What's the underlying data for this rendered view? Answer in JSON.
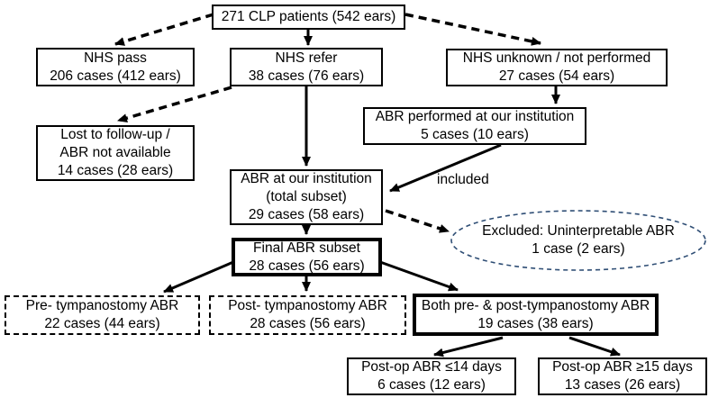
{
  "diagram": {
    "boxes": {
      "top": {
        "line1": "271 CLP patients (542 ears)"
      },
      "nhs_pass": {
        "line1": "NHS pass",
        "line2": "206 cases (412 ears)"
      },
      "nhs_refer": {
        "line1": "NHS refer",
        "line2": "38 cases (76 ears)"
      },
      "nhs_unknown": {
        "line1": "NHS unknown / not performed",
        "line2": "27 cases (54 ears)"
      },
      "abr_performed": {
        "line1": "ABR performed at our institution",
        "line2": "5 cases (10 ears)"
      },
      "lost_followup": {
        "line1": "Lost to follow-up /",
        "line2": "ABR not available",
        "line3": "14 cases (28 ears)"
      },
      "abr_institution": {
        "line1": "ABR at our institution",
        "line2": "(total subset)",
        "line3": "29 cases (58 ears)"
      },
      "final_abr": {
        "line1": "Final ABR subset",
        "line2": "28 cases (56 ears)"
      },
      "excluded": {
        "line1": "Excluded: Uninterpretable ABR",
        "line2": "1 case (2 ears)"
      },
      "pre_tymp": {
        "line1": "Pre- tympanostomy ABR",
        "line2": "22 cases (44 ears)"
      },
      "post_tymp": {
        "line1": "Post- tympanostomy ABR",
        "line2": "28 cases (56 ears)"
      },
      "both_tymp": {
        "line1": "Both pre- & post-tympanostomy ABR",
        "line2": "19 cases (38 ears)"
      },
      "postop_le14": {
        "line1": "Post-op ABR ≤14 days",
        "line2": "6 cases (12 ears)"
      },
      "postop_ge15": {
        "line1": "Post-op ABR ≥15 days",
        "line2": "13 cases (26 ears)"
      }
    },
    "labels": {
      "included": "included"
    },
    "colors": {
      "box_border": "#000000",
      "excluded_border": "#2f4e75",
      "background": "#ffffff",
      "text": "#000000"
    }
  }
}
